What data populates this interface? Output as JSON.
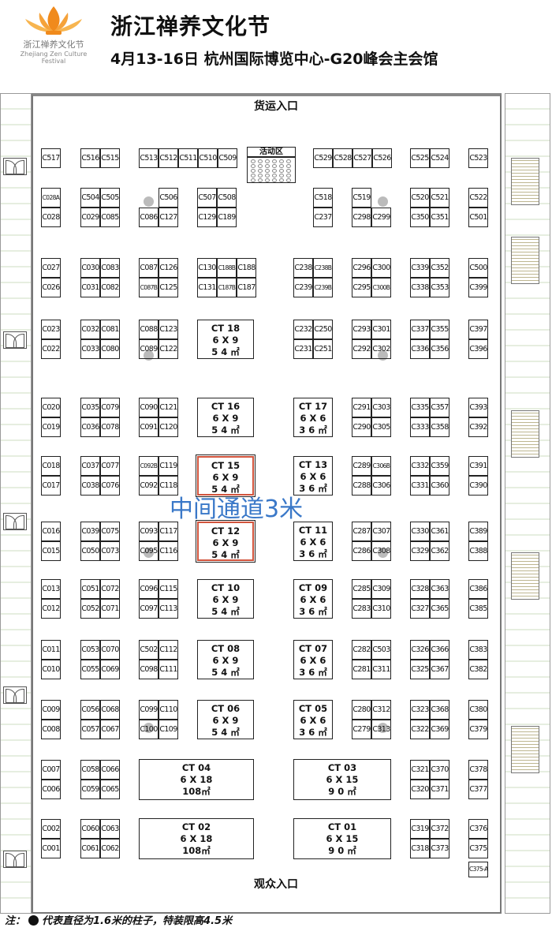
{
  "header": {
    "logo_cn": "浙江禅养文化节",
    "logo_en": "Zhejiang Zen Culture Festival",
    "title": "浙江禅养文化节",
    "subtitle": "4月13-16日 杭州国际博览中心-G20峰会主会馆"
  },
  "entrances": {
    "top": "货运入口",
    "bottom": "观众入口"
  },
  "activity_area": "活动区",
  "aisle_label": "中间通道3米",
  "footer": {
    "prefix": "注：",
    "text": "代表直径为1.6米的柱子，特装限高4.5米"
  },
  "colors": {
    "logo": "#f08a1c",
    "aisle": "#3a78c8",
    "highlight": "#d2543c"
  },
  "rows": [
    [
      {
        "cells": [
          [
            "C517"
          ]
        ]
      },
      {
        "cells": [
          [
            "C516",
            "C515"
          ]
        ]
      },
      {
        "cells": [
          [
            "C513",
            "C512",
            "C511",
            "C510",
            "C509"
          ]
        ]
      },
      {
        "cells": [
          [
            "C529",
            "C528",
            "C527",
            "C526"
          ]
        ]
      },
      {
        "cells": [
          [
            "C525",
            "C524"
          ]
        ]
      },
      {
        "cells": [
          [
            "C523"
          ]
        ]
      }
    ],
    [
      {
        "cells": [
          [
            "C028A"
          ],
          [
            "C028"
          ]
        ]
      },
      {
        "cells": [
          [
            "C504",
            "C505"
          ],
          [
            "C029",
            "C085"
          ]
        ]
      },
      {
        "cells": [
          [
            null,
            "C506"
          ],
          [
            "C086",
            "C127"
          ]
        ]
      },
      {
        "cells": [
          [
            "C507",
            "C508"
          ],
          [
            "C129",
            "C189"
          ]
        ]
      },
      {
        "cells": [
          [
            "C518"
          ],
          [
            "C237"
          ]
        ]
      },
      {
        "cells": [
          [
            "C519",
            null
          ],
          [
            "C298",
            "C299"
          ]
        ]
      },
      {
        "cells": [
          [
            "C520",
            "C521"
          ],
          [
            "C350",
            "C351"
          ]
        ]
      },
      {
        "cells": [
          [
            "C522"
          ],
          [
            "C501"
          ]
        ]
      }
    ],
    [
      {
        "cells": [
          [
            "C027"
          ],
          [
            "C026"
          ]
        ]
      },
      {
        "cells": [
          [
            "C030",
            "C083"
          ],
          [
            "C031",
            "C082"
          ]
        ]
      },
      {
        "cells": [
          [
            "C087",
            "C126"
          ],
          [
            "C087B",
            "C125"
          ]
        ]
      },
      {
        "cells": [
          [
            "C130",
            "C188B",
            "C188"
          ],
          [
            "C131",
            "C187B",
            "C187"
          ]
        ]
      },
      {
        "cells": [
          [
            "C238",
            "C238B"
          ],
          [
            "C239",
            "C239B"
          ]
        ]
      },
      {
        "cells": [
          [
            "C296",
            "C300"
          ],
          [
            "C295",
            "C300B"
          ]
        ]
      },
      {
        "cells": [
          [
            "C339",
            "C352"
          ],
          [
            "C338",
            "C353"
          ]
        ]
      },
      {
        "cells": [
          [
            "C500"
          ],
          [
            "C399"
          ]
        ]
      }
    ],
    [
      {
        "cells": [
          [
            "C023"
          ],
          [
            "C022"
          ]
        ]
      },
      {
        "cells": [
          [
            "C032",
            "C081"
          ],
          [
            "C033",
            "C080"
          ]
        ]
      },
      {
        "cells": [
          [
            "C088",
            "C123"
          ],
          [
            "C089",
            "C122"
          ]
        ]
      },
      {
        "ct": {
          "name": "CT 18",
          "size": "6 X 9",
          "area": "5 4 ㎡"
        }
      },
      {
        "cells": [
          [
            "C232",
            "C250"
          ],
          [
            "C231",
            "C251"
          ]
        ]
      },
      {
        "cells": [
          [
            "C293",
            "C301"
          ],
          [
            "C292",
            "C302"
          ]
        ]
      },
      {
        "cells": [
          [
            "C337",
            "C355"
          ],
          [
            "C336",
            "C356"
          ]
        ]
      },
      {
        "cells": [
          [
            "C397"
          ],
          [
            "C396"
          ]
        ]
      }
    ],
    [
      {
        "cells": [
          [
            "C020"
          ],
          [
            "C019"
          ]
        ]
      },
      {
        "cells": [
          [
            "C035",
            "C079"
          ],
          [
            "C036",
            "C078"
          ]
        ]
      },
      {
        "cells": [
          [
            "C090",
            "C121"
          ],
          [
            "C091",
            "C120"
          ]
        ]
      },
      {
        "ct": {
          "name": "CT 16",
          "size": "6 X 9",
          "area": "5 4 ㎡"
        }
      },
      {
        "ct": {
          "name": "CT 17",
          "size": "6 X 6",
          "area": "3 6 ㎡"
        }
      },
      {
        "cells": [
          [
            "C291",
            "C303"
          ],
          [
            "C290",
            "C305"
          ]
        ]
      },
      {
        "cells": [
          [
            "C335",
            "C357"
          ],
          [
            "C333",
            "C358"
          ]
        ]
      },
      {
        "cells": [
          [
            "C393"
          ],
          [
            "C392"
          ]
        ]
      }
    ],
    [
      {
        "cells": [
          [
            "C018"
          ],
          [
            "C017"
          ]
        ]
      },
      {
        "cells": [
          [
            "C037",
            "C077"
          ],
          [
            "C038",
            "C076"
          ]
        ]
      },
      {
        "cells": [
          [
            "C092B",
            "C119"
          ],
          [
            "C092",
            "C118"
          ]
        ]
      },
      {
        "ct": {
          "name": "CT 15",
          "size": "6 X 9",
          "area": "5 4 ㎡",
          "highlight": true
        }
      },
      {
        "ct": {
          "name": "CT 13",
          "size": "6 X 6",
          "area": "3 6 ㎡"
        }
      },
      {
        "cells": [
          [
            "C289",
            "C306B"
          ],
          [
            "C288",
            "C306"
          ]
        ]
      },
      {
        "cells": [
          [
            "C332",
            "C359"
          ],
          [
            "C331",
            "C360"
          ]
        ]
      },
      {
        "cells": [
          [
            "C391"
          ],
          [
            "C390"
          ]
        ]
      }
    ],
    [
      {
        "cells": [
          [
            "C016"
          ],
          [
            "C015"
          ]
        ]
      },
      {
        "cells": [
          [
            "C039",
            "C075"
          ],
          [
            "C050",
            "C073"
          ]
        ]
      },
      {
        "cells": [
          [
            "C093",
            "C117"
          ],
          [
            "C095",
            "C116"
          ]
        ]
      },
      {
        "ct": {
          "name": "CT 12",
          "size": "6 X 9",
          "area": "5 4 ㎡",
          "highlight": true
        }
      },
      {
        "ct": {
          "name": "CT 11",
          "size": "6 X 6",
          "area": "3 6 ㎡"
        }
      },
      {
        "cells": [
          [
            "C287",
            "C307"
          ],
          [
            "C286",
            "C308"
          ]
        ]
      },
      {
        "cells": [
          [
            "C330",
            "C361"
          ],
          [
            "C329",
            "C362"
          ]
        ]
      },
      {
        "cells": [
          [
            "C389"
          ],
          [
            "C388"
          ]
        ]
      }
    ],
    [
      {
        "cells": [
          [
            "C013"
          ],
          [
            "C012"
          ]
        ]
      },
      {
        "cells": [
          [
            "C051",
            "C072"
          ],
          [
            "C052",
            "C071"
          ]
        ]
      },
      {
        "cells": [
          [
            "C096",
            "C115"
          ],
          [
            "C097",
            "C113"
          ]
        ]
      },
      {
        "ct": {
          "name": "CT 10",
          "size": "6 X 9",
          "area": "5 4 ㎡"
        }
      },
      {
        "ct": {
          "name": "CT 09",
          "size": "6 X 6",
          "area": "3 6 ㎡"
        }
      },
      {
        "cells": [
          [
            "C285",
            "C309"
          ],
          [
            "C283",
            "C310"
          ]
        ]
      },
      {
        "cells": [
          [
            "C328",
            "C363"
          ],
          [
            "C327",
            "C365"
          ]
        ]
      },
      {
        "cells": [
          [
            "C386"
          ],
          [
            "C385"
          ]
        ]
      }
    ],
    [
      {
        "cells": [
          [
            "C011"
          ],
          [
            "C010"
          ]
        ]
      },
      {
        "cells": [
          [
            "C053",
            "C070"
          ],
          [
            "C055",
            "C069"
          ]
        ]
      },
      {
        "cells": [
          [
            "C502",
            "C112"
          ],
          [
            "C098",
            "C111"
          ]
        ]
      },
      {
        "ct": {
          "name": "CT 08",
          "size": "6 X 9",
          "area": "5 4 ㎡"
        }
      },
      {
        "ct": {
          "name": "CT 07",
          "size": "6 X 6",
          "area": "3 6 ㎡"
        }
      },
      {
        "cells": [
          [
            "C282",
            "C503"
          ],
          [
            "C281",
            "C311"
          ]
        ]
      },
      {
        "cells": [
          [
            "C326",
            "C366"
          ],
          [
            "C325",
            "C367"
          ]
        ]
      },
      {
        "cells": [
          [
            "C383"
          ],
          [
            "C382"
          ]
        ]
      }
    ],
    [
      {
        "cells": [
          [
            "C009"
          ],
          [
            "C008"
          ]
        ]
      },
      {
        "cells": [
          [
            "C056",
            "C068"
          ],
          [
            "C057",
            "C067"
          ]
        ]
      },
      {
        "cells": [
          [
            "C099",
            "C110"
          ],
          [
            "C100",
            "C109"
          ]
        ]
      },
      {
        "ct": {
          "name": "CT 06",
          "size": "6 X 9",
          "area": "5 4 ㎡"
        }
      },
      {
        "ct": {
          "name": "CT 05",
          "size": "6 X 6",
          "area": "3 6 ㎡"
        }
      },
      {
        "cells": [
          [
            "C280",
            "C312"
          ],
          [
            "C279",
            "C313"
          ]
        ]
      },
      {
        "cells": [
          [
            "C323",
            "C368"
          ],
          [
            "C322",
            "C369"
          ]
        ]
      },
      {
        "cells": [
          [
            "C380"
          ],
          [
            "C379"
          ]
        ]
      }
    ],
    [
      {
        "cells": [
          [
            "C007"
          ],
          [
            "C006"
          ]
        ]
      },
      {
        "cells": [
          [
            "C058",
            "C066"
          ],
          [
            "C059",
            "C065"
          ]
        ]
      },
      {
        "ct": {
          "name": "CT 04",
          "size": "6 X 18",
          "area": "108㎡"
        }
      },
      {
        "ct": {
          "name": "CT 03",
          "size": "6 X 15",
          "area": "9 0 ㎡"
        }
      },
      {
        "cells": [
          [
            "C321",
            "C370"
          ],
          [
            "C320",
            "C371"
          ]
        ]
      },
      {
        "cells": [
          [
            "C378"
          ],
          [
            "C377"
          ]
        ]
      }
    ],
    [
      {
        "cells": [
          [
            "C002"
          ],
          [
            "C001"
          ]
        ]
      },
      {
        "cells": [
          [
            "C060",
            "C063"
          ],
          [
            "C061",
            "C062"
          ]
        ]
      },
      {
        "ct": {
          "name": "CT 02",
          "size": "6 X 18",
          "area": "108㎡"
        }
      },
      {
        "ct": {
          "name": "CT 01",
          "size": "6 X 15",
          "area": "9 0 ㎡"
        }
      },
      {
        "cells": [
          [
            "C319",
            "C372"
          ],
          [
            "C318",
            "C373"
          ]
        ]
      },
      {
        "cells": [
          [
            "C376"
          ],
          [
            "C375"
          ],
          [
            "C375-A"
          ]
        ]
      }
    ]
  ]
}
